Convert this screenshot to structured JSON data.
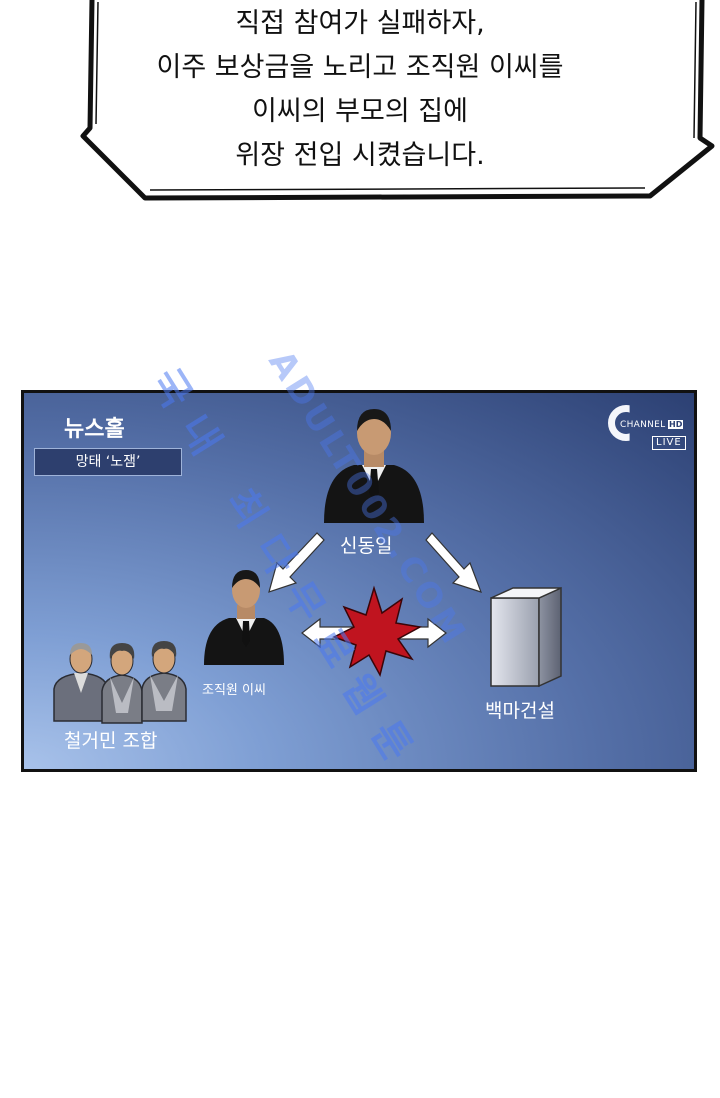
{
  "speech": {
    "lines": [
      "직접 참여가 실패하자,",
      "이주 보상금을 노리고 조직원 이씨를",
      "이씨의 부모의 집에",
      "위장 전입 시켰습니다."
    ]
  },
  "news": {
    "title": "뉴스홀",
    "subtitle": "망태 ‘노잼’",
    "logo": {
      "channel": "CHANNEL",
      "hd": "HD",
      "live": "LIVE"
    },
    "labels": {
      "top_person": "신동일",
      "left_person": "조직원 이씨",
      "union": "철거민 조합",
      "building": "백마건설"
    }
  },
  "colors": {
    "panel_dark": "#2c4073",
    "panel_light": "#a8c2ea",
    "clash_red": "#c0141f",
    "watermark_blue": "#4a78f0"
  },
  "watermark": {
    "line1": "국내 최다무료웹툰",
    "line2": "ADULT002.COM"
  }
}
